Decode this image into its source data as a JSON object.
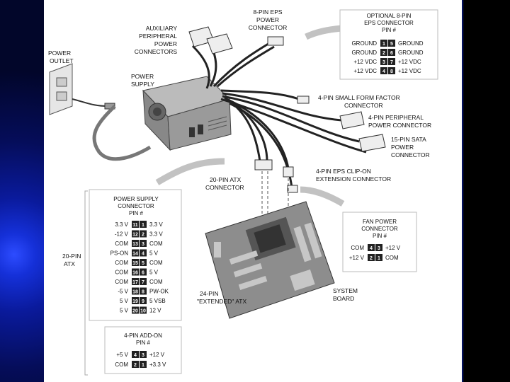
{
  "labels": {
    "power_outlet": [
      "POWER",
      "OUTLET"
    ],
    "power_supply": [
      "POWER",
      "SUPPLY"
    ],
    "aux_peripheral": [
      "AUXILIARY",
      "PERIPHERAL",
      "POWER",
      "CONNECTORS"
    ],
    "eps8": [
      "8-PIN EPS",
      "POWER",
      "CONNECTOR"
    ],
    "sff4": [
      "4-PIN SMALL FORM FACTOR",
      "CONNECTOR"
    ],
    "periph4": [
      "4-PIN PERIPHERAL",
      "POWER CONNECTOR"
    ],
    "sata15": [
      "15-PIN SATA",
      "POWER",
      "CONNECTOR"
    ],
    "atx20": [
      "20-PIN ATX",
      "CONNECTOR"
    ],
    "epsclip": [
      "4-PIN EPS CLIP-ON",
      "EXTENSION CONNECTOR"
    ],
    "atx24": [
      "24-PIN",
      "\"EXTENDED\" ATX"
    ],
    "system_board": [
      "SYSTEM",
      "BOARD"
    ],
    "atx20_side": [
      "20-PIN",
      "ATX"
    ]
  },
  "eps_table": {
    "title": [
      "OPTIONAL 8-PIN",
      "EPS CONNECTOR",
      "PIN #"
    ],
    "rows": [
      {
        "left": "GROUND",
        "p1": "1",
        "p2": "5",
        "right": "GROUND"
      },
      {
        "left": "GROUND",
        "p1": "2",
        "p2": "6",
        "right": "GROUND"
      },
      {
        "left": "+12 VDC",
        "p1": "3",
        "p2": "7",
        "right": "+12 VDC"
      },
      {
        "left": "+12 VDC",
        "p1": "4",
        "p2": "8",
        "right": "+12 VDC"
      }
    ]
  },
  "psu_table": {
    "title": [
      "POWER SUPPLY",
      "CONNECTOR",
      "PIN #"
    ],
    "rows": [
      {
        "left": "3.3 V",
        "p1": "11",
        "p2": "1",
        "right": "3.3 V"
      },
      {
        "left": "-12 V",
        "p1": "12",
        "p2": "2",
        "right": "3.3 V"
      },
      {
        "left": "COM",
        "p1": "13",
        "p2": "3",
        "right": "COM"
      },
      {
        "left": "PS-ON",
        "p1": "14",
        "p2": "4",
        "right": "5 V"
      },
      {
        "left": "COM",
        "p1": "15",
        "p2": "5",
        "right": "COM"
      },
      {
        "left": "COM",
        "p1": "16",
        "p2": "6",
        "right": "5 V"
      },
      {
        "left": "COM",
        "p1": "17",
        "p2": "7",
        "right": "COM"
      },
      {
        "left": "-5 V",
        "p1": "18",
        "p2": "8",
        "right": "PW-OK"
      },
      {
        "left": "5 V",
        "p1": "19",
        "p2": "9",
        "right": "5 VSB"
      },
      {
        "left": "5 V",
        "p1": "20",
        "p2": "10",
        "right": "12 V"
      }
    ]
  },
  "addon_table": {
    "title": [
      "4-PIN ADD-ON",
      "PIN #"
    ],
    "rows": [
      {
        "left": "+5 V",
        "p1": "4",
        "p2": "3",
        "right": "+12 V"
      },
      {
        "left": "COM",
        "p1": "2",
        "p2": "1",
        "right": "+3.3 V"
      }
    ]
  },
  "fan_table": {
    "title": [
      "FAN POWER",
      "CONNECTOR",
      "PIN #"
    ],
    "rows": [
      {
        "left": "COM",
        "p1": "4",
        "p2": "3",
        "right": "+12 V"
      },
      {
        "left": "+12 V",
        "p1": "2",
        "p2": "1",
        "right": "COM"
      }
    ]
  }
}
